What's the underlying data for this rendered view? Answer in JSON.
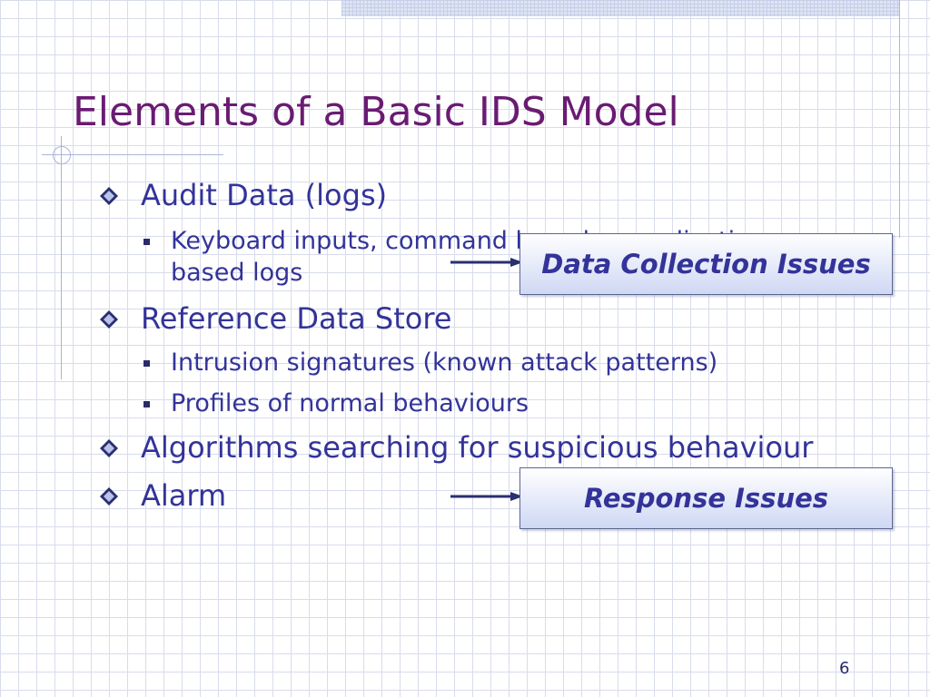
{
  "slide": {
    "title": "Elements of a Basic IDS Model",
    "page_number": "6",
    "items": [
      {
        "text": "Audit Data (logs)",
        "subitems": [
          {
            "line1": "Keyboard inputs, command based or application",
            "line2": "based logs"
          }
        ]
      },
      {
        "text": "Reference Data Store",
        "subitems": [
          {
            "text": "Intrusion signatures (known attack patterns)"
          },
          {
            "text": "Profiles of normal behaviours"
          }
        ]
      },
      {
        "text": "Algorithms searching for suspicious behaviour"
      },
      {
        "text": "Alarm"
      }
    ],
    "callouts": [
      {
        "label": "Data Collection Issues"
      },
      {
        "label": "Response Issues"
      }
    ],
    "colors": {
      "title": "#6a1b72",
      "text": "#333399",
      "callout_border": "#5a6690"
    }
  }
}
